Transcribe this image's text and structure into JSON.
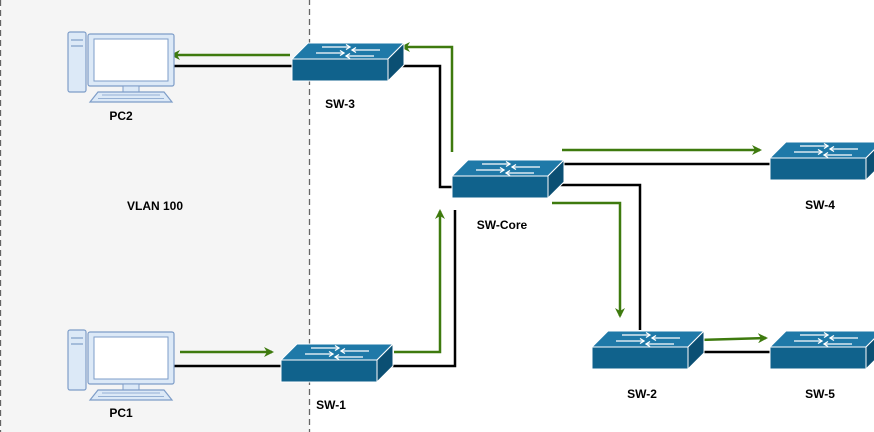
{
  "diagram": {
    "group": {
      "label": "VLAN 100"
    },
    "nodes": {
      "pc1": {
        "label": "PC1",
        "icon": "desktop-computer-icon"
      },
      "pc2": {
        "label": "PC2",
        "icon": "desktop-computer-icon"
      },
      "sw1": {
        "label": "SW-1",
        "icon": "network-switch-icon"
      },
      "sw2": {
        "label": "SW-2",
        "icon": "network-switch-icon"
      },
      "sw3": {
        "label": "SW-3",
        "icon": "network-switch-icon"
      },
      "sw4": {
        "label": "SW-4",
        "icon": "network-switch-icon"
      },
      "sw5": {
        "label": "SW-5",
        "icon": "network-switch-icon"
      },
      "core": {
        "label": "SW-Core",
        "icon": "network-switch-icon"
      }
    },
    "colors": {
      "switch_fill": "#10628C",
      "switch_top": "#1F79A8",
      "pc_fill": "#DCE9F7",
      "pc_stroke": "#7E9DC8",
      "link": "#000000",
      "traffic_arrow": "#3E7A0E",
      "group_fill": "#F5F5F5",
      "group_border": "#666666"
    }
  }
}
